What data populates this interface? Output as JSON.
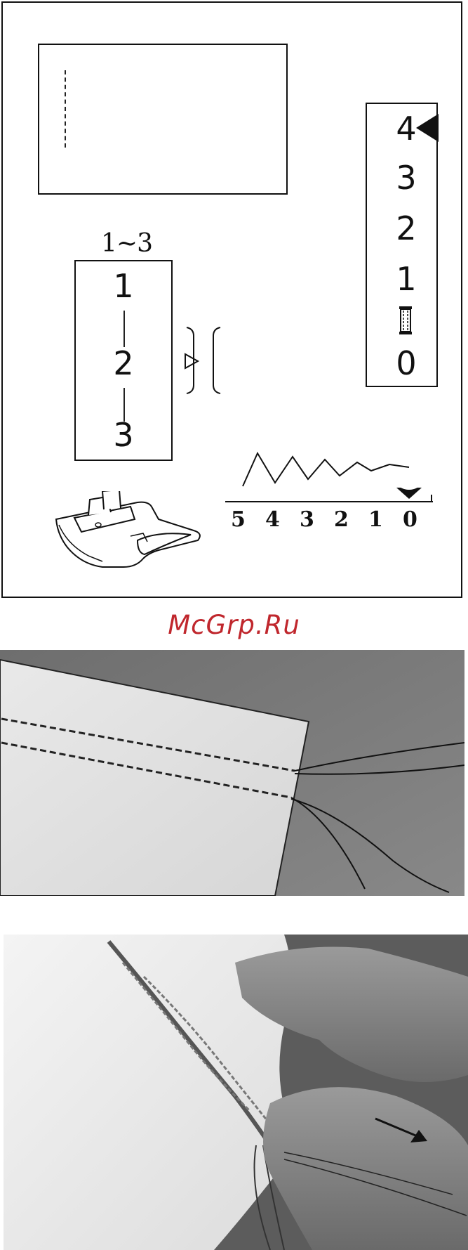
{
  "watermark": {
    "text": "McGrp.Ru",
    "color": "#c0272d"
  },
  "panel": {
    "stitch_length": {
      "range_label": "1~3",
      "values": [
        "1",
        "2",
        "3"
      ]
    },
    "thread_tension": {
      "values": [
        "4",
        "3",
        "2",
        "1",
        "0"
      ],
      "selected": "4"
    },
    "stitch_width": {
      "values": [
        "5",
        "4",
        "3",
        "2",
        "1",
        "0"
      ],
      "selected": "0"
    }
  },
  "icons": {
    "length_indicator": "bracket-triangle-icon",
    "tension_pointer": "triangle-left-icon",
    "auto_tension": "bobbin-icon",
    "width_pointer": "triangle-down-icon",
    "presser_foot": "presser-foot-icon"
  }
}
